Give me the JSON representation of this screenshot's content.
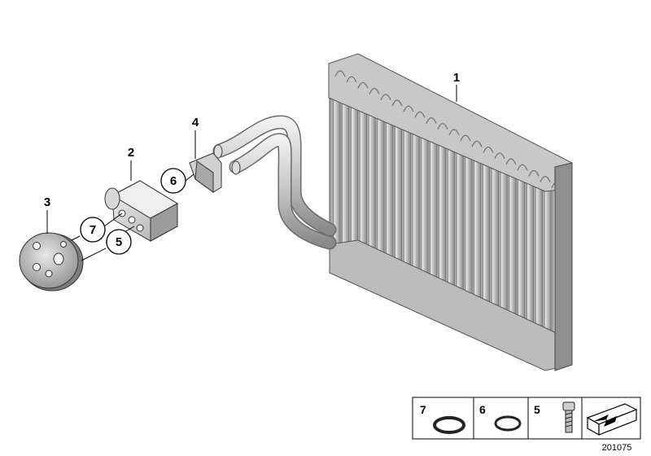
{
  "callouts": {
    "evaporator": "1",
    "expansion_valve": "2",
    "cover_plate": "3",
    "pipe_clamp": "4",
    "circle_6": "6",
    "circle_7": "7",
    "circle_5": "5"
  },
  "legend": {
    "items": [
      {
        "number": "7",
        "icon": "o-ring-large-icon"
      },
      {
        "number": "6",
        "icon": "o-ring-small-icon"
      },
      {
        "number": "5",
        "icon": "screw-icon"
      },
      {
        "number": "",
        "icon": "arrow-symbol-icon"
      }
    ]
  },
  "diagram_id": "201075",
  "colors": {
    "metal_light": "#e2e2e2",
    "metal_mid": "#b9b9b9",
    "metal_dark": "#7a7a7a",
    "line": "#000000"
  }
}
